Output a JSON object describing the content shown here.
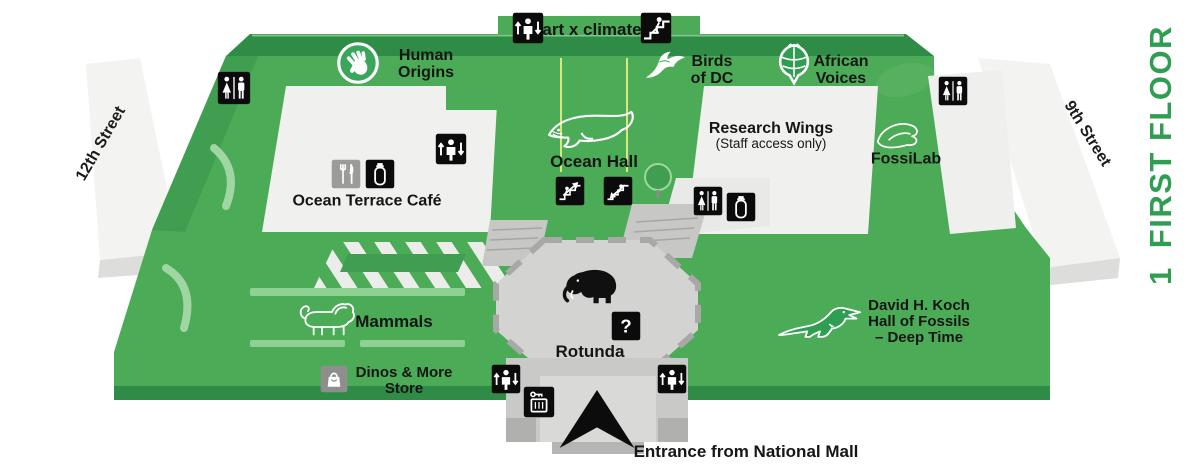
{
  "floor": {
    "number": "1",
    "name": "FIRST FLOOR"
  },
  "streets": {
    "west": "12th Street",
    "east": "9th Street"
  },
  "entrance_label": "Entrance from National Mall",
  "exhibits": {
    "art_x_climate": "art x climate",
    "human_origins": [
      "Human",
      "Origins"
    ],
    "birds_of_dc": [
      "Birds",
      "of DC"
    ],
    "african_voices": [
      "African",
      "Voices"
    ],
    "research_wings": [
      "Research Wings",
      "(Staff access only)"
    ],
    "fossilab": "FossiLab",
    "ocean_hall": "Ocean Hall",
    "ocean_terrace_cafe": "Ocean Terrace Café",
    "mammals": "Mammals",
    "dinos_more_store": [
      "Dinos & More",
      "Store"
    ],
    "rotunda": "Rotunda",
    "koch_hall": [
      "David H. Koch",
      "Hall of Fossils",
      "– Deep Time"
    ]
  },
  "icons": {
    "elevator": "elevator",
    "stairs": "stairs",
    "restroom": "restrooms",
    "water_bottle": "water bottle refill",
    "food": "food service",
    "escalator_up": "escalator up",
    "escalator_down": "escalator down",
    "lockers": "lockers",
    "information": "information",
    "store": "store",
    "hand": "Human Origins hand",
    "bird": "Birds of DC bird",
    "mask": "African Voices mask",
    "whale": "Ocean Hall whale",
    "fossil": "FossiLab fossil",
    "lion": "Mammals lion",
    "trex": "Deep Time T. rex",
    "elephant": "Rotunda elephant",
    "entrance_arrow": "entrance direction arrow"
  },
  "colors": {
    "map_green": "#4cab57",
    "map_green_dark": "#2e8c47",
    "map_green_wall": "#8fd192",
    "accent_green": "#2f9e52",
    "room_white": "#f0f0ee",
    "rotunda_gray": "#d3d3d1",
    "icon_black": "#0b0b0b",
    "icon_gray": "#8e8e8c"
  }
}
